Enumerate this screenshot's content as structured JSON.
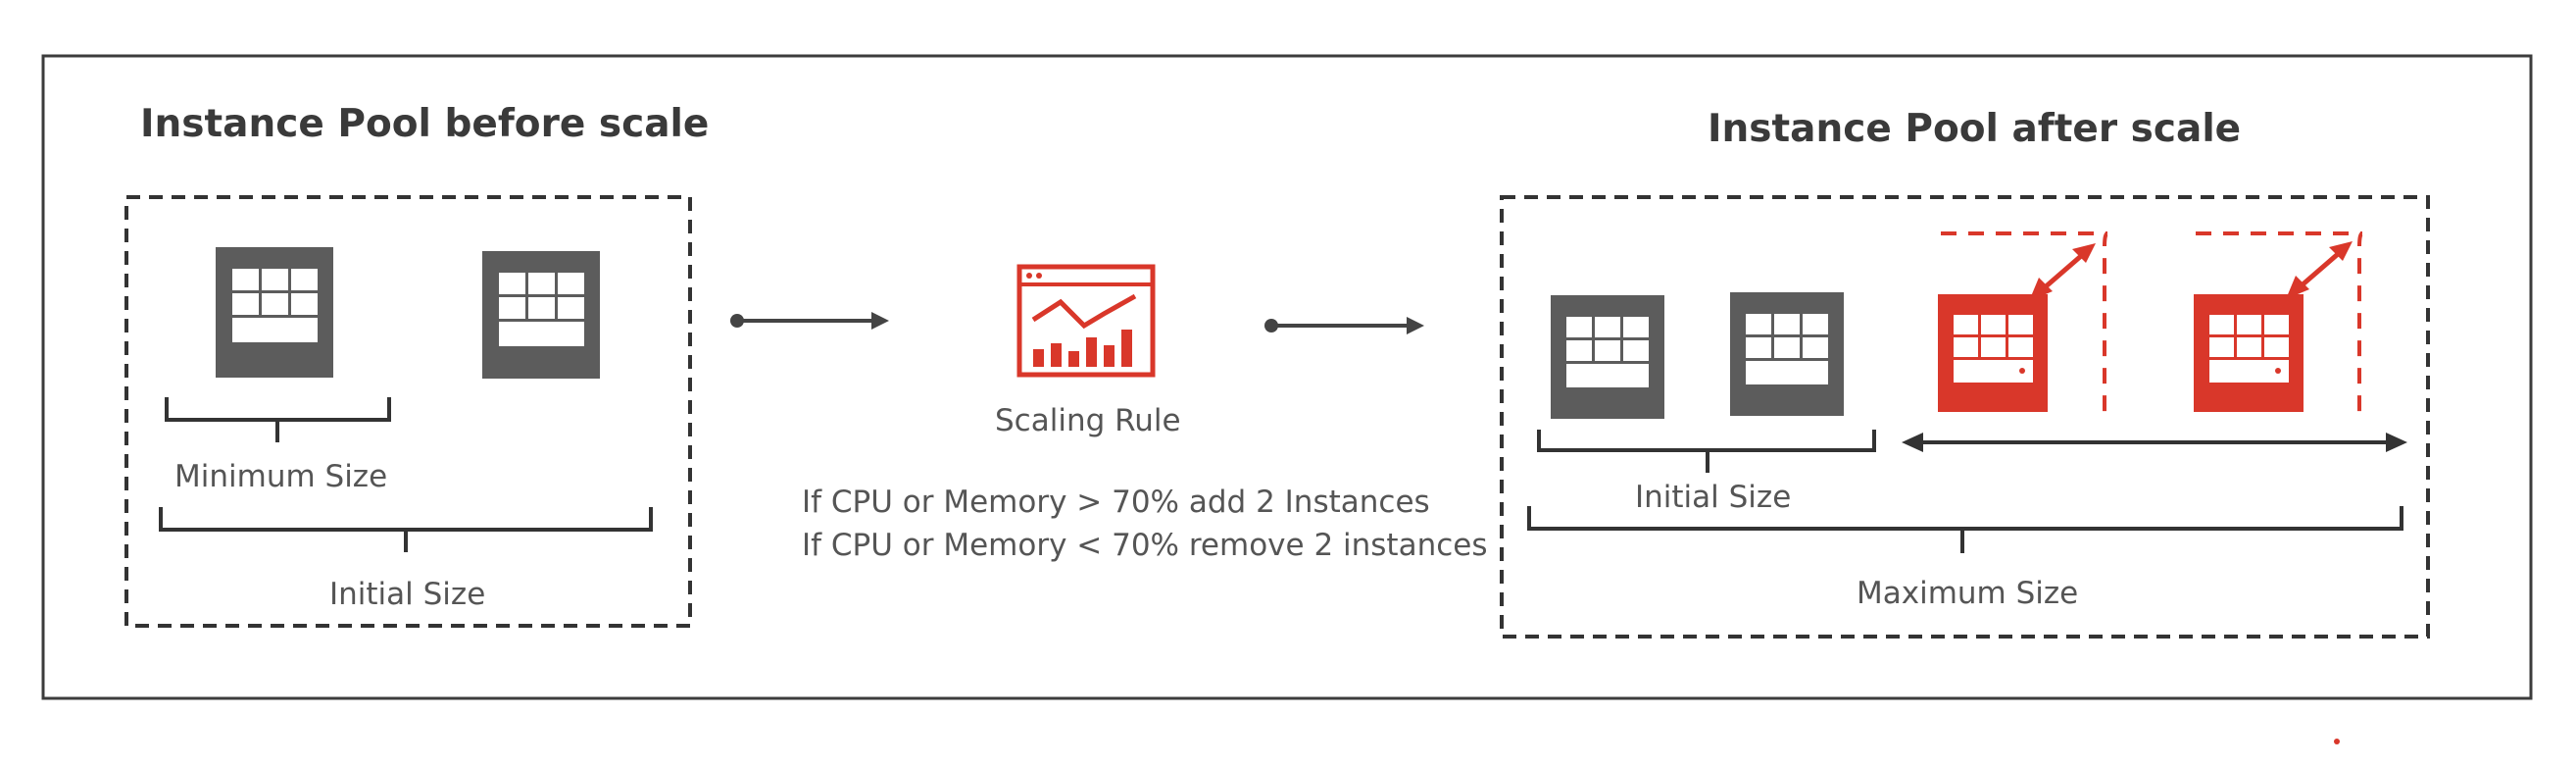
{
  "before": {
    "title": "Instance Pool before scale",
    "minimum_size_label": "Minimum Size",
    "initial_size_label": "Initial Size"
  },
  "scaling_rule": {
    "label": "Scaling Rule",
    "rule_add": "If CPU or Memory > 70% add 2 Instances",
    "rule_remove": "If CPU or Memory < 70% remove 2 instances"
  },
  "after": {
    "title": "Instance Pool after scale",
    "initial_size_label": "Initial Size",
    "maximum_size_label": "Maximum Size"
  },
  "icons": {
    "instance": "server-instance-icon",
    "scaling_rule": "chart-window-icon"
  },
  "colors": {
    "existing_instance": "#5c5c5c",
    "new_instance": "#d9372a",
    "frame": "#333333",
    "text": "#555555"
  }
}
